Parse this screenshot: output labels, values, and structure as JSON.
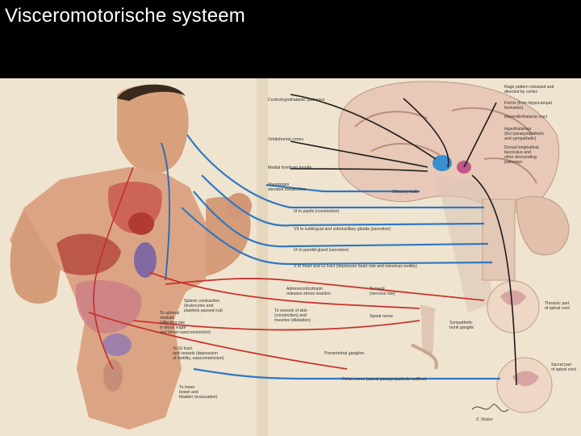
{
  "slide": {
    "title": "Visceromotorische systeem"
  },
  "diagram": {
    "labels": {
      "corticohypothalamic": "Corticohypothalamic pathways",
      "orbitofrontal": "Orbitofrontal cortex",
      "medial_forebrain": "Medial forebrain bundle",
      "thyrotropin": "Thyrotropin\nelevates metabolism",
      "olfactory_bulb": "Olfactory bulb",
      "rage_pattern": "Rage pattern released and\ndirected by cortex",
      "fornix": "Fornix (from hippocampal\nformation)",
      "mammillothalamic": "Mammillothalamic tract",
      "hypothalamus": "Hypothalamus\n(foci parasympathetic\nand sympathetic)",
      "dorsal_longitudinal": "Dorsal longitudinal\nfasciculus and\nother descending\npathways",
      "cn_iii": "III to pupils (constriction)",
      "cn_vii": "VII to sublingual and submaxillary glands (secretion)",
      "cn_ix": "IX to parotid gland (secretion)",
      "cn_x": "X to heart and GI tract (depresses heart rate and intestinal motility)",
      "acth": "Adrenocorticotropin\nreleases stress reaction",
      "to_heart": "To heart\n(nervous rise)",
      "thoracic_cord": "Thoracic part\nof spinal cord",
      "splenic": "Splenic contraction\n(leukocytes and\nplatelets passed out)",
      "to_adrenal": "To adrenal\nmedulla\n(affecting rise\nin blood sugar\nand blood vasoconstriction)",
      "to_vessels": "To vessels of skin\n(constriction) and\nmuscles (dilatation)",
      "spinal_nerve": "Spinal nerve",
      "sympathetic_trunk": "Sympathetic\ntrunk ganglia",
      "to_gi": "To GI tract\nand vessels (depression\nof motility, vasoconstriction)",
      "prevertebral": "Prevertebral ganglion",
      "sacral_cord": "Sacral part\nof spinal cord",
      "pelvic_nerve": "Pelvic nerve (sacral parasympathetic outflow)",
      "to_lower_bowel": "To lower\nbowel and\nbladder (evacuation)"
    },
    "signature": "F. Netter"
  }
}
